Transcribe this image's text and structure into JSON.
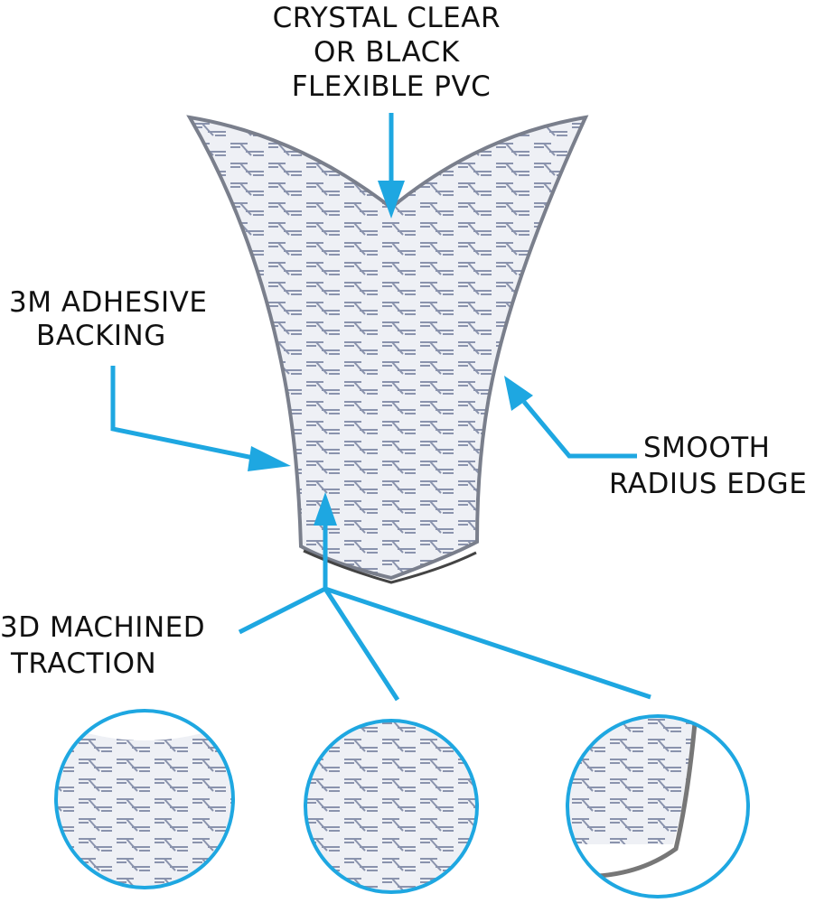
{
  "labels": {
    "top": [
      "CRYSTAL CLEAR",
      "OR BLACK",
      "FLEXIBLE PVC"
    ],
    "left": [
      "3M ADHESIVE",
      "BACKING"
    ],
    "right": [
      "SMOOTH",
      "RADIUS EDGE"
    ],
    "bottom": [
      "3D MACHINED",
      "TRACTION"
    ]
  },
  "colors": {
    "accent": "#1ea7e1",
    "pad": "#dfe3ec",
    "pattern": "#8a93ad"
  }
}
